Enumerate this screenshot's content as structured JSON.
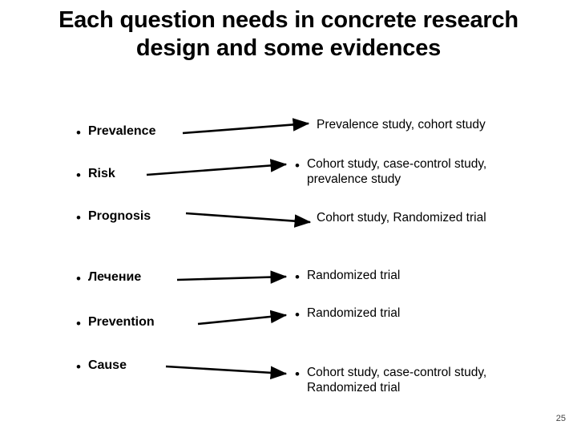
{
  "slide": {
    "title": "Each question needs in concrete research design and some evidences",
    "page_number": "25",
    "rows": [
      {
        "question": "Prevalence",
        "answer": "Prevalence study, cohort study",
        "answer_has_bullet": false
      },
      {
        "question": "Risk",
        "answer": "Cohort study, case-control study, prevalence study",
        "answer_has_bullet": true
      },
      {
        "question": "Prognosis",
        "answer": "Cohort study, Randomized trial",
        "answer_has_bullet": false
      },
      {
        "question": "Лечение",
        "answer": "Randomized trial",
        "answer_has_bullet": true
      },
      {
        "question": "Prevention",
        "answer": "Randomized trial",
        "answer_has_bullet": true
      },
      {
        "question": "Cause",
        "answer": "Cohort study, case-control study, Randomized trial",
        "answer_has_bullet": true
      }
    ],
    "bullet_glyph": "•",
    "arrow_color": "#000000"
  }
}
